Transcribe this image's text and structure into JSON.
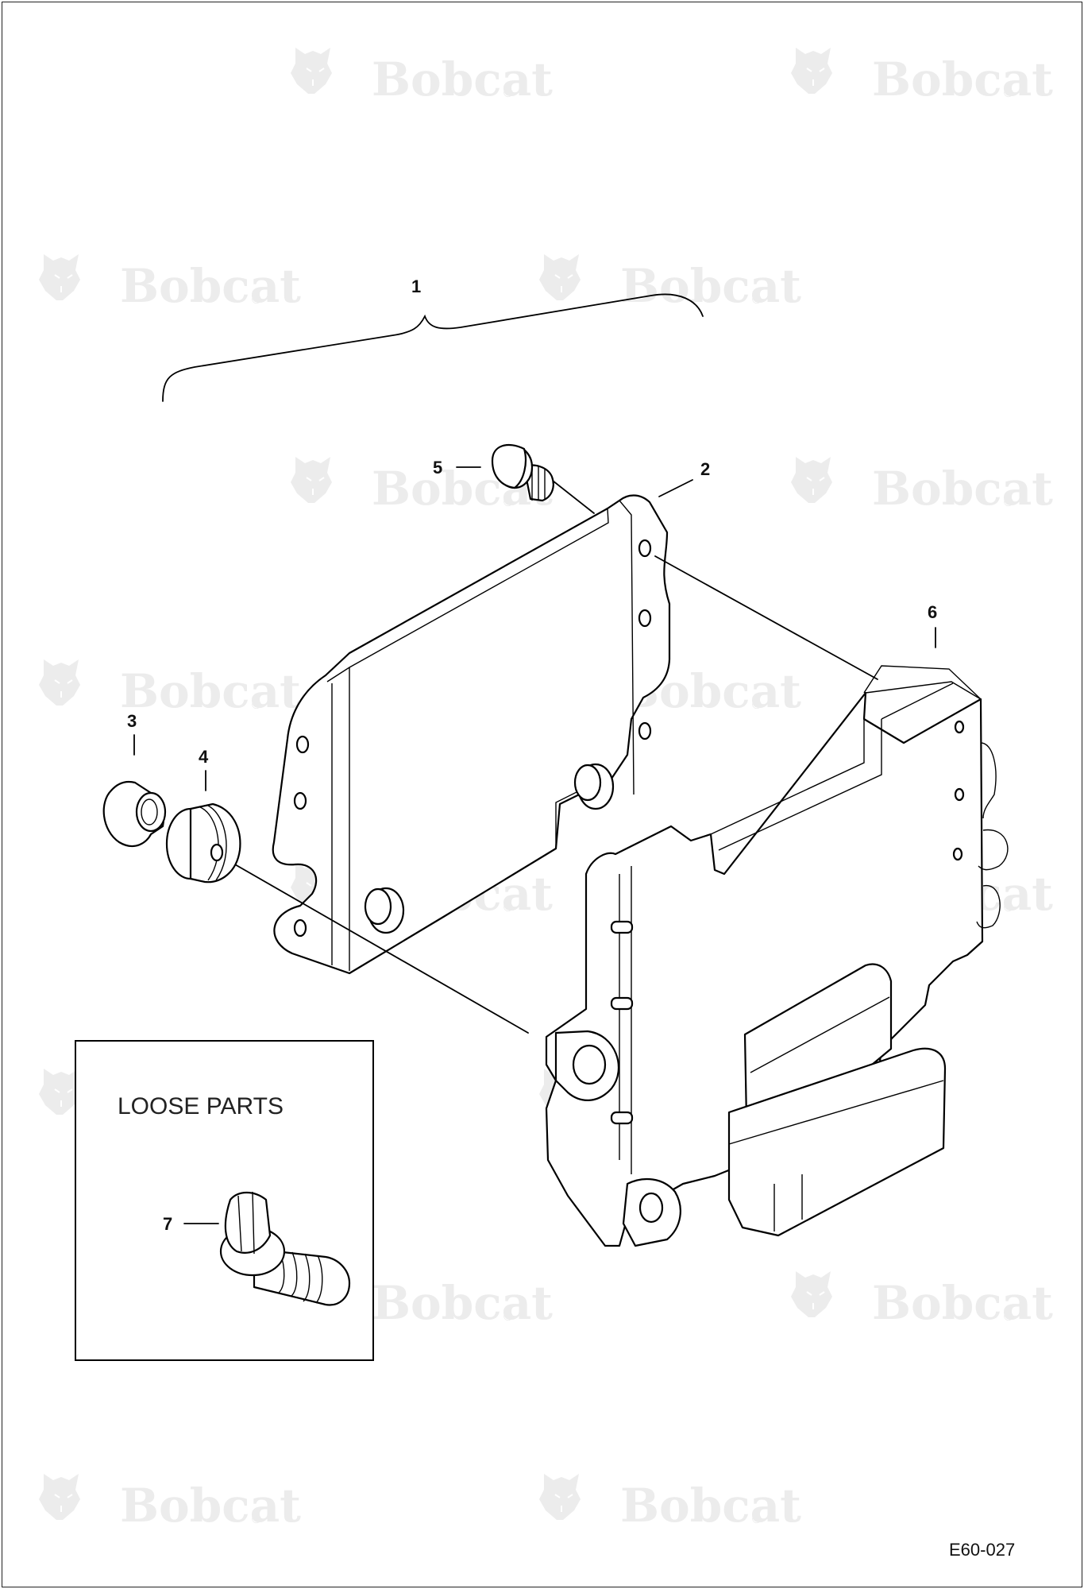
{
  "watermark": {
    "brand": "Bobcat",
    "reg": "®"
  },
  "callouts": {
    "c1": "1",
    "c2": "2",
    "c3": "3",
    "c4": "4",
    "c5": "5",
    "c6": "6",
    "c7": "7"
  },
  "loose_parts_box": {
    "title": "LOOSE PARTS"
  },
  "figure_code": "E60-027"
}
